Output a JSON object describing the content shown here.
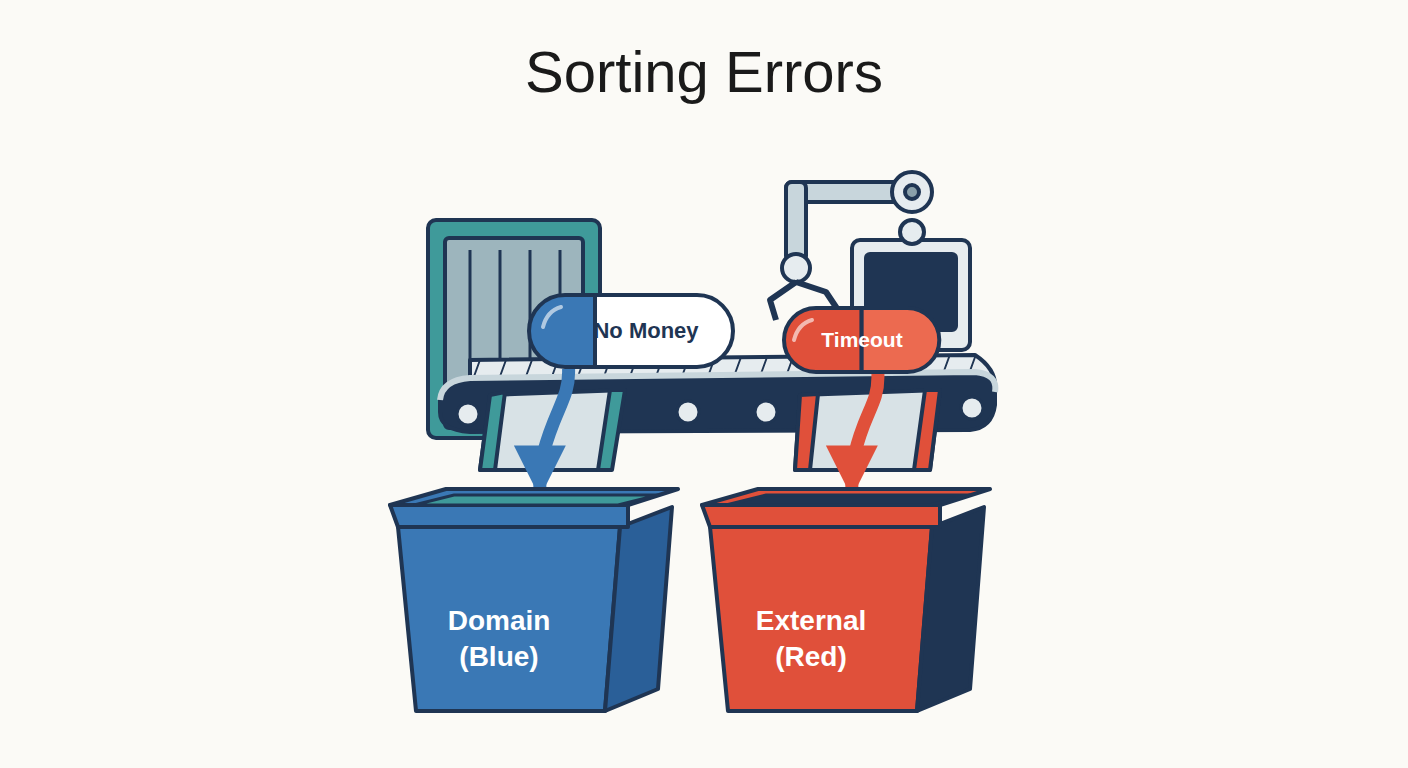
{
  "diagram": {
    "title": "Sorting Errors",
    "nodes": [
      {
        "text": [
          "No Money"
        ]
      },
      {
        "text": [
          "Timeout"
        ]
      },
      {
        "text": [
          "Domain (Blue)"
        ]
      },
      {
        "text": [
          "External (Red)"
        ]
      }
    ],
    "edges": [
      {
        "from": 0,
        "to": 2,
        "arrow": "to"
      },
      {
        "from": 1,
        "to": 3,
        "arrow": "to"
      }
    ]
  }
}
